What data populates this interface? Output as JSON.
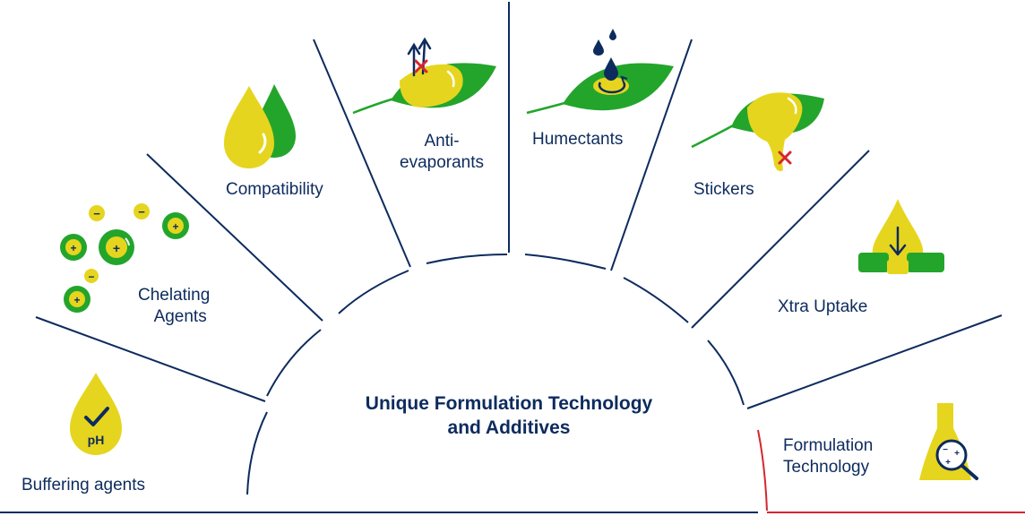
{
  "colors": {
    "navy": "#0d2b5e",
    "yellow": "#e6d51e",
    "green": "#23a52b",
    "red": "#d6262f",
    "white": "#ffffff"
  },
  "center": {
    "line1": "Unique Formulation Technology",
    "line2": "and Additives"
  },
  "segments": [
    {
      "id": "buffering",
      "icon": "ph-drop-icon",
      "lines": [
        "Buffering agents"
      ]
    },
    {
      "id": "chelating",
      "icon": "ion-bubbles-icon",
      "lines": [
        "Chelating",
        "Agents"
      ]
    },
    {
      "id": "compatibility",
      "icon": "double-drop-icon",
      "lines": [
        "Compatibility"
      ]
    },
    {
      "id": "anti-evaporants",
      "icon": "leaf-blocked-evaporation-icon",
      "lines": [
        "Anti-",
        "evaporants"
      ]
    },
    {
      "id": "humectants",
      "icon": "leaf-water-drop-icon",
      "lines": [
        "Humectants"
      ]
    },
    {
      "id": "stickers",
      "icon": "leaf-sticking-drop-icon",
      "lines": [
        "Stickers"
      ]
    },
    {
      "id": "xtra-uptake",
      "icon": "drop-absorption-icon",
      "lines": [
        "Xtra Uptake"
      ]
    },
    {
      "id": "formulation",
      "icon": "flask-magnifier-icon",
      "lines": [
        "Formulation",
        "Technology"
      ]
    }
  ],
  "icon_text": {
    "ph": "pH",
    "plus": "+",
    "minus": "−"
  }
}
